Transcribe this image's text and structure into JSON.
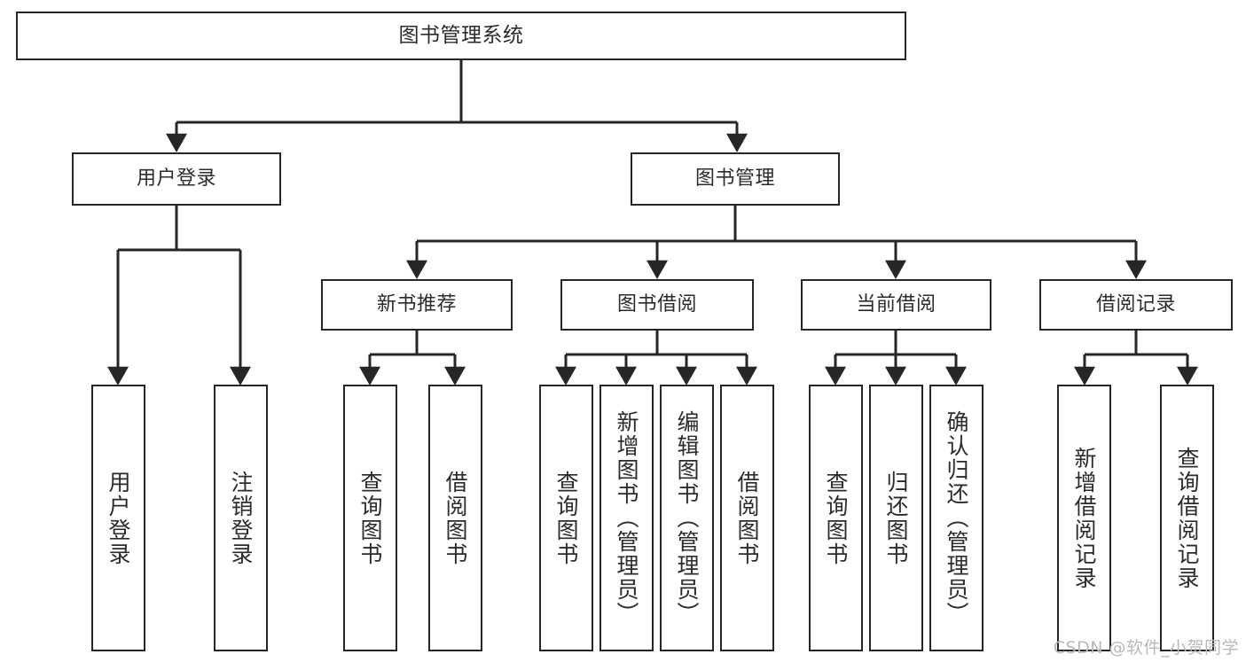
{
  "diagram": {
    "type": "tree",
    "title": "图书管理系统",
    "colors": {
      "box_border": "#262626",
      "box_fill": "#ffffff",
      "edge": "#262626",
      "text": "#2b2b2b",
      "watermark": "#b9b9b9",
      "background": "#ffffff"
    },
    "watermark": "CSDN @软件_小贺同学",
    "nodes": {
      "root": {
        "label": "图书管理系统"
      },
      "level2": [
        {
          "label": "用户登录"
        },
        {
          "label": "图书管理"
        }
      ],
      "level3": [
        {
          "label": "新书推荐"
        },
        {
          "label": "图书借阅"
        },
        {
          "label": "当前借阅"
        },
        {
          "label": "借阅记录"
        }
      ],
      "leaves": {
        "user_login": [
          {
            "label": "用户登录"
          },
          {
            "label": "注销登录"
          }
        ],
        "new_book_recommend": [
          {
            "label": "查询图书"
          },
          {
            "label": "借阅图书"
          }
        ],
        "book_borrow": [
          {
            "label": "查询图书"
          },
          {
            "label": "新增图书（管理员）"
          },
          {
            "label": "编辑图书（管理员）"
          },
          {
            "label": "借阅图书"
          }
        ],
        "current_borrow": [
          {
            "label": "查询图书"
          },
          {
            "label": "归还图书"
          },
          {
            "label": "确认归还（管理员）"
          }
        ],
        "borrow_record": [
          {
            "label": "新增借阅记录"
          },
          {
            "label": "查询借阅记录"
          }
        ]
      }
    }
  }
}
